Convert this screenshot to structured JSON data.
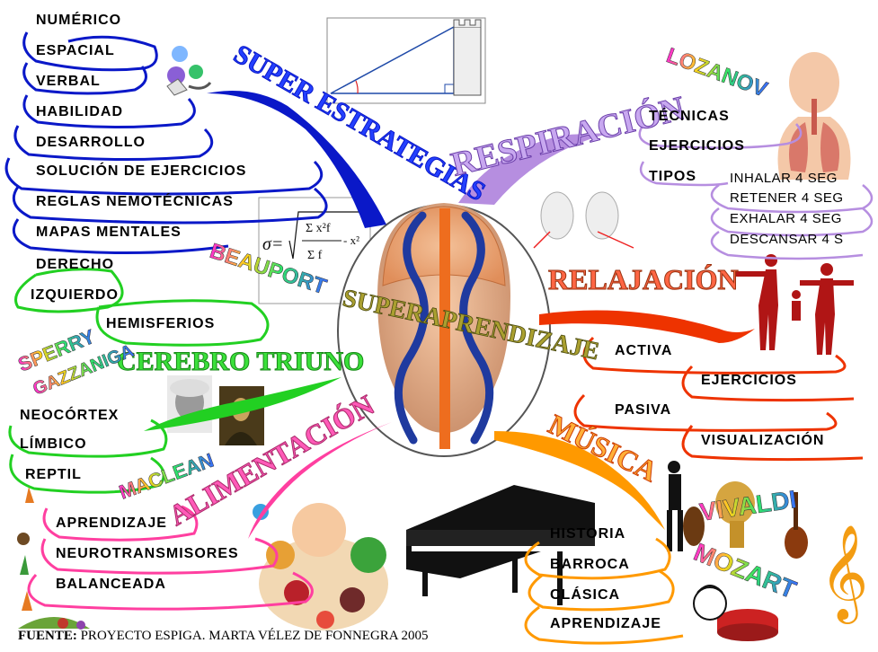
{
  "central": {
    "title": "SUPERAPRENDIZAJE"
  },
  "branches": {
    "super_estrategias": {
      "title": "SUPER ESTRATEGIAS",
      "items": [
        "NUMÉRICO",
        "ESPACIAL",
        "VERBAL",
        "HABILIDAD",
        "DESARROLLO",
        "SOLUCIÓN DE EJERCICIOS",
        "REGLAS NEMOTÉCNICAS",
        "MAPAS MENTALES"
      ],
      "color": "#0a18c8"
    },
    "cerebro_triuno": {
      "title": "CEREBRO TRIUNO",
      "hemisferios": "HEMISFERIOS",
      "hemisferios_items": [
        "DERECHO",
        "IZQUIERDO"
      ],
      "authors": [
        "SPERRY",
        "GAZZANIGA"
      ],
      "beauport": "BEAUPORT",
      "maclean": "MACLEAN",
      "items": [
        "NEOCÓRTEX",
        "LÍMBICO",
        "REPTIL"
      ],
      "color": "#22d022"
    },
    "respiracion": {
      "title": "RESPIRACIÓN",
      "author": "LOZANOV",
      "items": [
        "TÉCNICAS",
        "EJERCICIOS",
        "TIPOS"
      ],
      "tipos": [
        "INHALAR 4 SEG",
        "RETENER 4 SEG",
        "EXHALAR 4 SEG",
        "DESCANSAR 4 S"
      ],
      "color": "#b68ee0"
    },
    "relajacion": {
      "title": "RELAJACIÓN",
      "items": [
        "ACTIVA",
        "EJERCICIOS",
        "PASIVA",
        "VISUALIZACIÓN"
      ],
      "color": "#ee3300"
    },
    "musica": {
      "title": "MÚSICA",
      "composers": [
        "VIVALDI",
        "MOZART"
      ],
      "items": [
        "HISTORIA",
        "BARROCA",
        "CLÁSICA",
        "APRENDIZAJE"
      ],
      "color": "#ff9900"
    },
    "alimentacion": {
      "title": "ALIMENTACIÓN",
      "items": [
        "APRENDIZAJE",
        "NEUROTRANSMISORES",
        "BALANCEADA"
      ],
      "color": "#ff3fa0"
    }
  },
  "footer": {
    "label": "FUENTE:",
    "text": "PROYECTO ESPIGA. MARTA VÉLEZ DE FONNEGRA 2005"
  }
}
